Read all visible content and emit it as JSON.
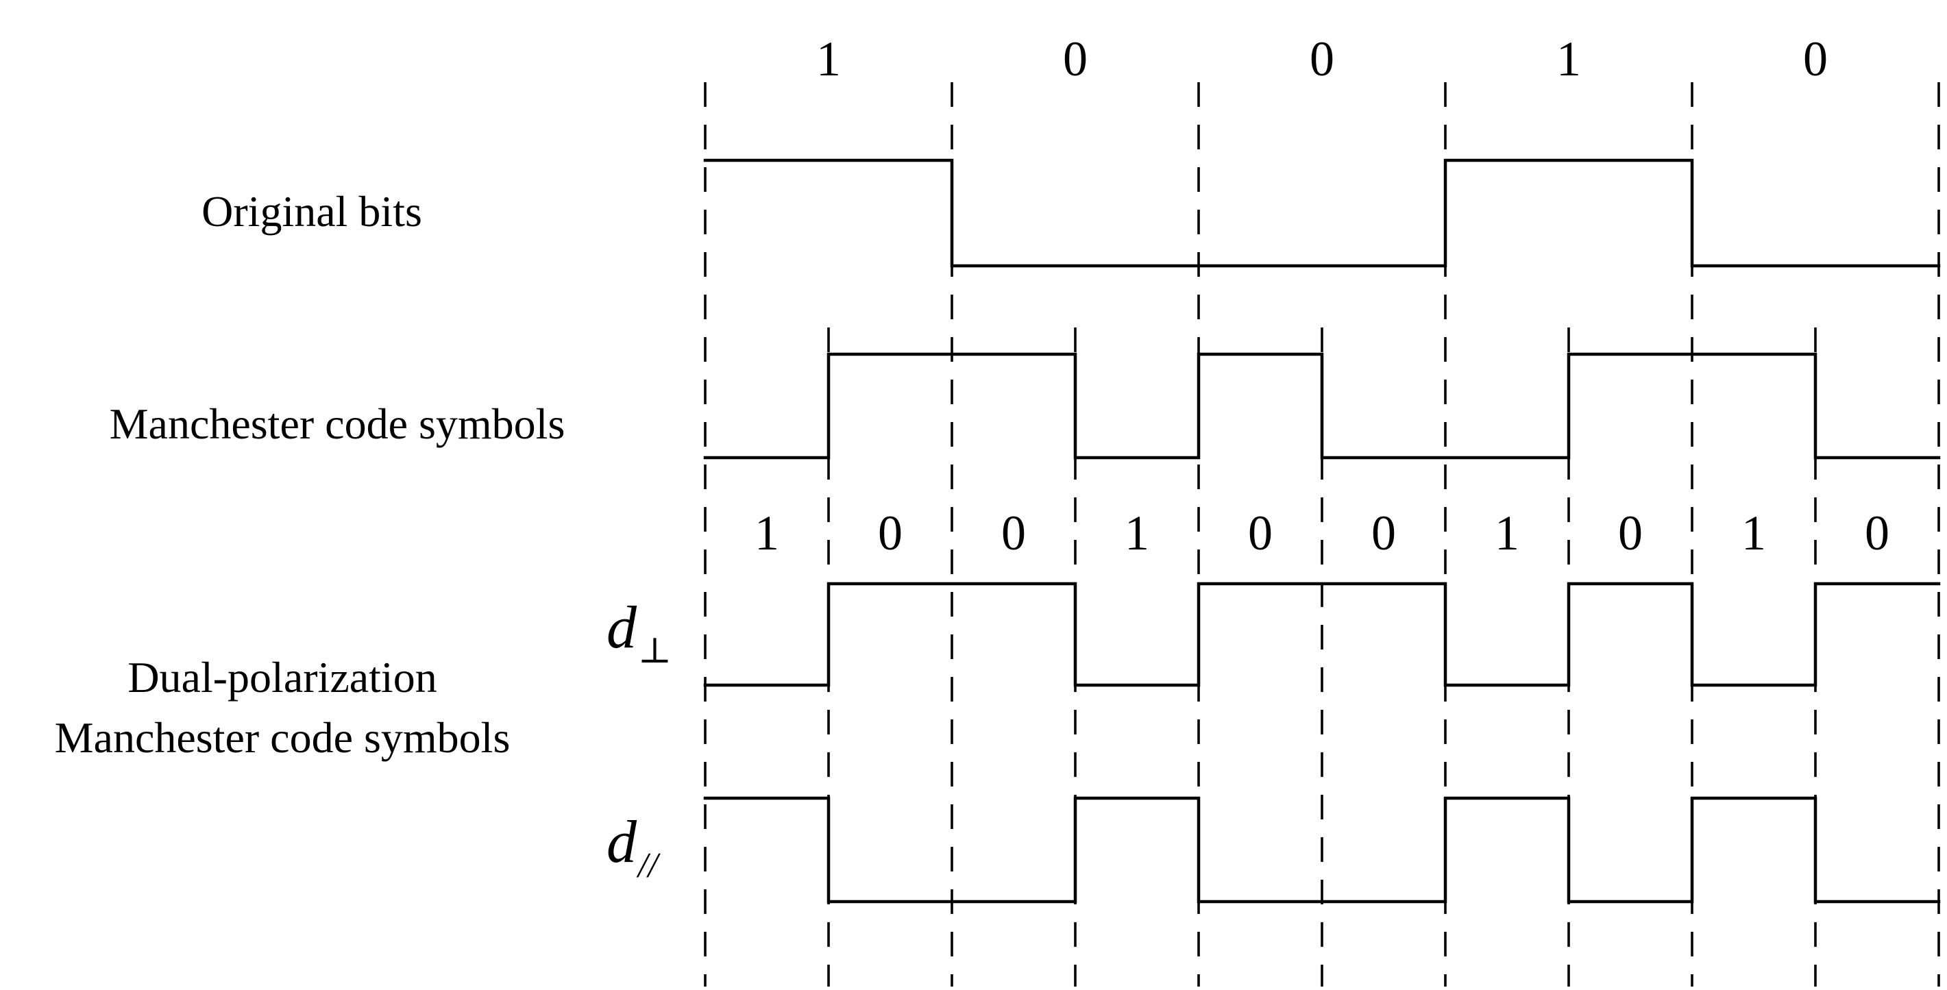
{
  "labels": {
    "original_bits": "Original bits",
    "manchester": "Manchester code symbols",
    "dual_line1": "Dual-polarization",
    "dual_line2": "Manchester code symbols",
    "d_perp_base": "d",
    "d_perp_sub": "⊥",
    "d_par_base": "d",
    "d_par_sub": "//"
  },
  "original_bits": [
    "1",
    "0",
    "0",
    "1",
    "0"
  ],
  "manchester_bits": [
    "1",
    "0",
    "0",
    "1",
    "0",
    "0",
    "1",
    "0",
    "1",
    "0"
  ],
  "waveforms": {
    "original_levels": [
      1,
      0,
      0,
      1,
      0
    ],
    "manchester_levels": [
      0,
      1,
      1,
      0,
      1,
      0,
      0,
      1,
      1,
      0
    ],
    "d_perp_levels": [
      0,
      1,
      1,
      0,
      1,
      1,
      0,
      1,
      0,
      1
    ],
    "d_par_levels": [
      1,
      0,
      0,
      1,
      0,
      0,
      1,
      0,
      1,
      0
    ]
  }
}
